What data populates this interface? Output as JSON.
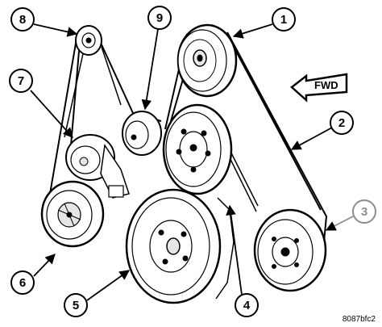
{
  "diagram": {
    "callouts": [
      {
        "id": "c1",
        "label": "1",
        "style": "dark"
      },
      {
        "id": "c2",
        "label": "2",
        "style": "dark"
      },
      {
        "id": "c3",
        "label": "3",
        "style": "gray"
      },
      {
        "id": "c4",
        "label": "4",
        "style": "dark"
      },
      {
        "id": "c5",
        "label": "5",
        "style": "dark"
      },
      {
        "id": "c6",
        "label": "6",
        "style": "dark"
      },
      {
        "id": "c7",
        "label": "7",
        "style": "dark"
      },
      {
        "id": "c8",
        "label": "8",
        "style": "dark"
      },
      {
        "id": "c9",
        "label": "9",
        "style": "dark"
      }
    ],
    "direction_label": "FWD",
    "figure_code": "8087bfc2"
  },
  "colors": {
    "line": "#000000",
    "background": "#ffffff",
    "callout_gray": "#8c8c8c",
    "pulley_shade": "#e6e6e6"
  }
}
